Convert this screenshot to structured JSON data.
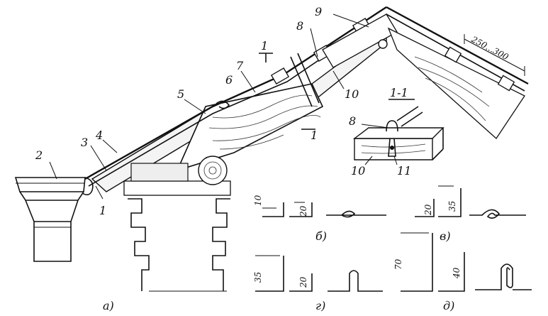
{
  "labels": {
    "n1": "1",
    "n2": "2",
    "n3": "3",
    "n4": "4",
    "n5": "5",
    "n6": "6",
    "n7": "7",
    "n8": "8",
    "n9": "9",
    "n10": "10",
    "section_mark": "1",
    "dimension": "250...300",
    "section_title": "1-1",
    "s8": "8",
    "s10": "10",
    "s11": "11"
  },
  "details": {
    "a": "а)",
    "b": "б)",
    "v": "в)",
    "g": "г)",
    "d": "д)",
    "b_dim1": "10",
    "b_dim2": "20",
    "v_dim1": "20",
    "v_dim2": "35",
    "g_dim1": "35",
    "g_dim2": "20",
    "d_dim1": "70",
    "d_dim2": "40"
  }
}
